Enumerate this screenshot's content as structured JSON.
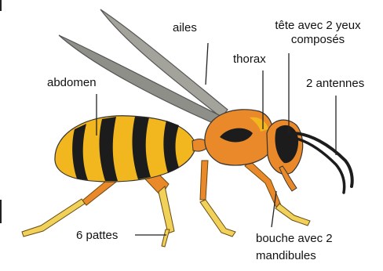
{
  "diagram": {
    "labels": {
      "wings": "ailes",
      "head": "tête avec 2 yeux composés",
      "thorax": "thorax",
      "antennae": "2 antennes",
      "abdomen": "abdomen",
      "legs": "6 pattes",
      "mouth": "bouche avec 2 mandibules"
    },
    "colors": {
      "yellow": "#f2b61f",
      "orange": "#e9892a",
      "black": "#1c1c1c",
      "wing": "#9a9a94",
      "leg": "#f0d25a",
      "leader": "#222222"
    }
  }
}
